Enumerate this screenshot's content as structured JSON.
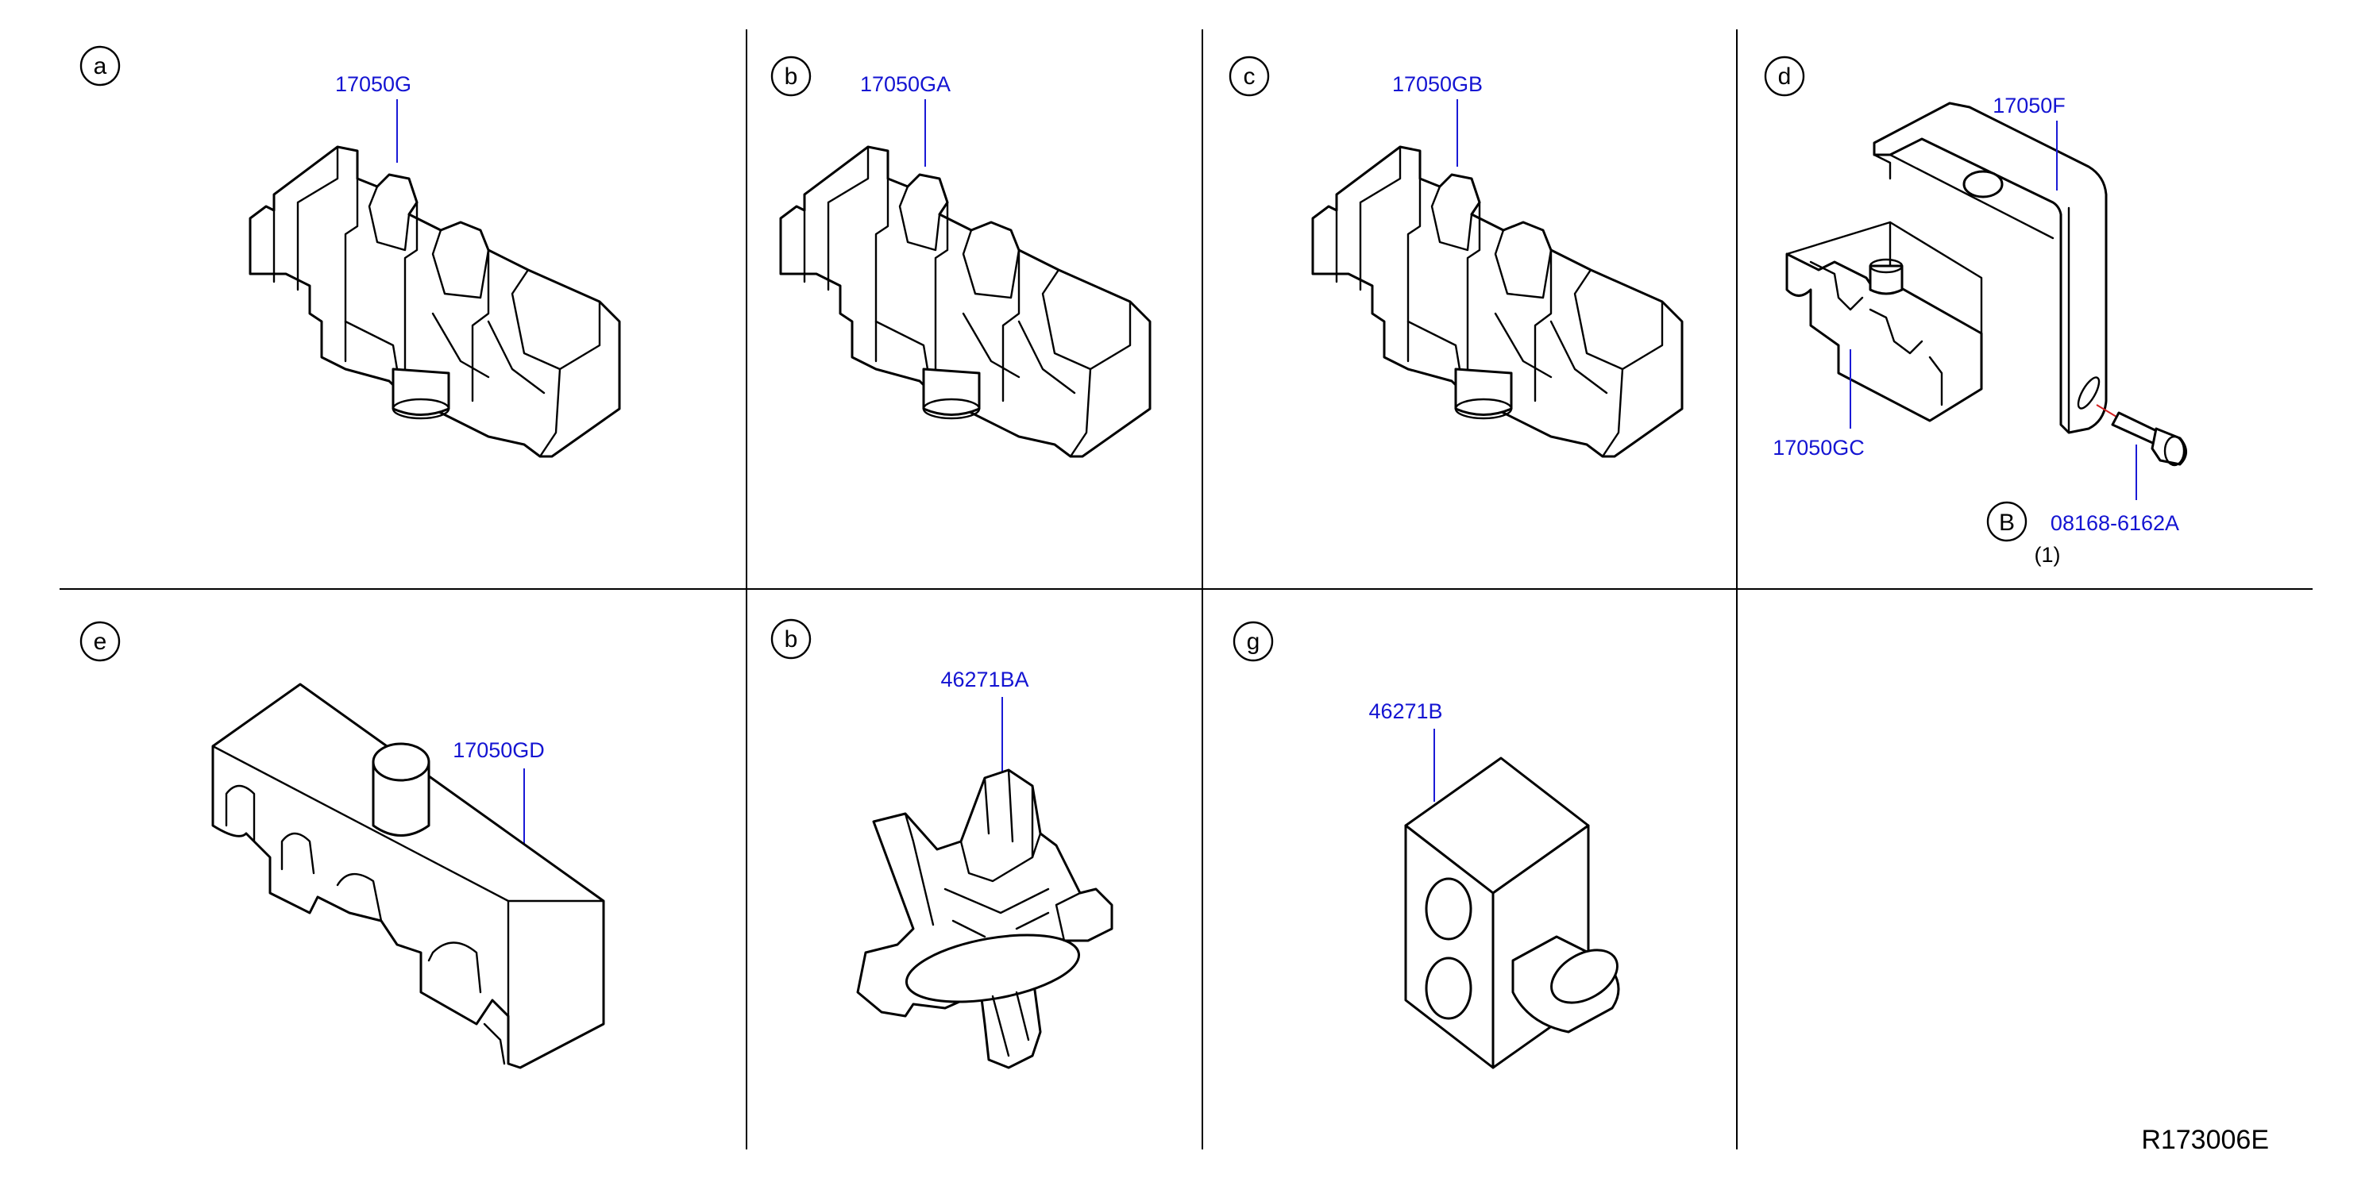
{
  "panels": [
    {
      "key": "a",
      "letter": "a",
      "part_number": "17050G"
    },
    {
      "key": "b1",
      "letter": "b",
      "part_number": "17050GA"
    },
    {
      "key": "c",
      "letter": "c",
      "part_number": "17050GB"
    },
    {
      "key": "d",
      "letter": "d",
      "part_number_bracket": "17050F",
      "part_number_clip": "17050GC",
      "bolt_marker": "B",
      "part_number_bolt": "08168-6162A",
      "bolt_quantity": "(1)"
    },
    {
      "key": "e",
      "letter": "e",
      "part_number": "17050GD"
    },
    {
      "key": "b2",
      "letter": "b",
      "part_number": "46271BA"
    },
    {
      "key": "g",
      "letter": "g",
      "part_number": "46271B"
    }
  ],
  "reference_code": "R173006E"
}
